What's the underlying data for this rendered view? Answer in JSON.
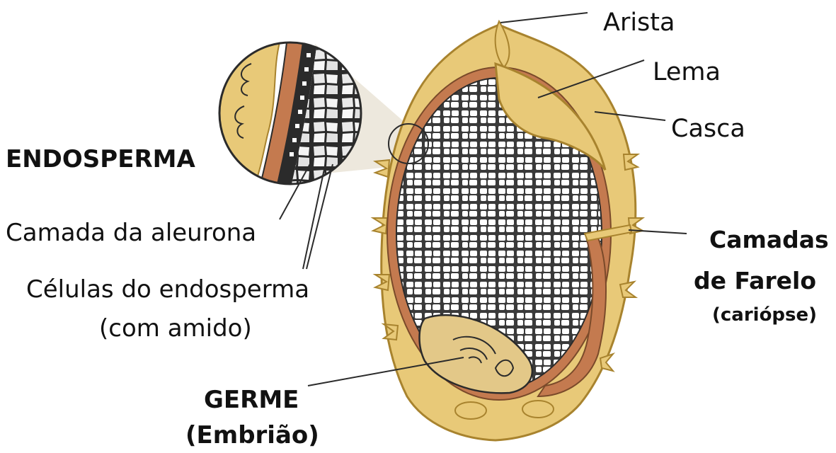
{
  "labels": {
    "arista": "Arista",
    "lema": "Lema",
    "casca": "Casca",
    "endosperma": "ENDOSPERMA",
    "aleurona": "Camada da aleurona",
    "celulas_line1": "Células do endosperma",
    "celulas_line2": "(com amido)",
    "camadas_line1": "Camadas",
    "camadas_line2": "de Farelo",
    "camadas_line3": "(cariópse)",
    "germe_line1": "GERME",
    "germe_line2": "(Embrião)"
  },
  "colors": {
    "husk": "#e8c978",
    "husk_dark": "#a8832e",
    "bran": "#c47a4f",
    "endosperm_bg": "#3a3a3a",
    "endosperm_cells": "#ffffff",
    "germ": "#e3c888",
    "outline": "#2b2b2b"
  }
}
